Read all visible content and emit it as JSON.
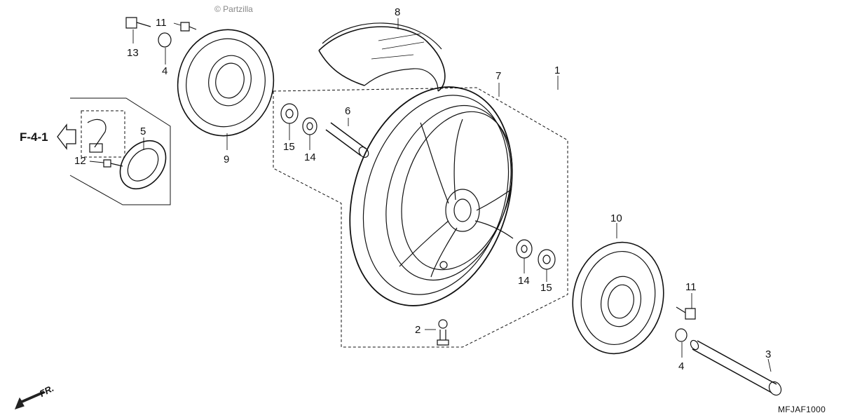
{
  "watermark": "© Partzilla",
  "reference_label": "F-4-1",
  "front_label": "FR.",
  "diagram_code": "MFJAF1000",
  "callouts": {
    "p13": "13",
    "p11_top": "11",
    "p4_top": "4",
    "p9": "9",
    "p8": "8",
    "p7": "7",
    "p1": "1",
    "p6": "6",
    "p15_left": "15",
    "p14_left": "14",
    "p5": "5",
    "p12": "12",
    "p10": "10",
    "p11_right": "11",
    "p4_right": "4",
    "p3": "3",
    "p2": "2",
    "p14_right": "14",
    "p15_right": "15"
  }
}
